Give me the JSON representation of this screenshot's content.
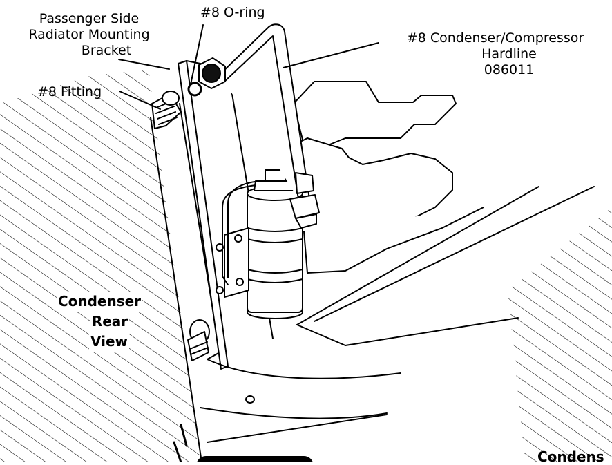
{
  "labels": {
    "bracket": [
      "Passenger Side",
      "Radiator Mounting",
      "Bracket"
    ],
    "oring": "#8 O-ring",
    "hardline": [
      "#8 Condenser/Compressor",
      "Hardline",
      "086011"
    ],
    "fitting": "#8 Fitting",
    "condenser_rear": [
      "Condenser",
      "Rear",
      "View"
    ],
    "condenser_cut": "Condens"
  },
  "colors": {
    "ink": "#000000",
    "paper": "#ffffff"
  }
}
